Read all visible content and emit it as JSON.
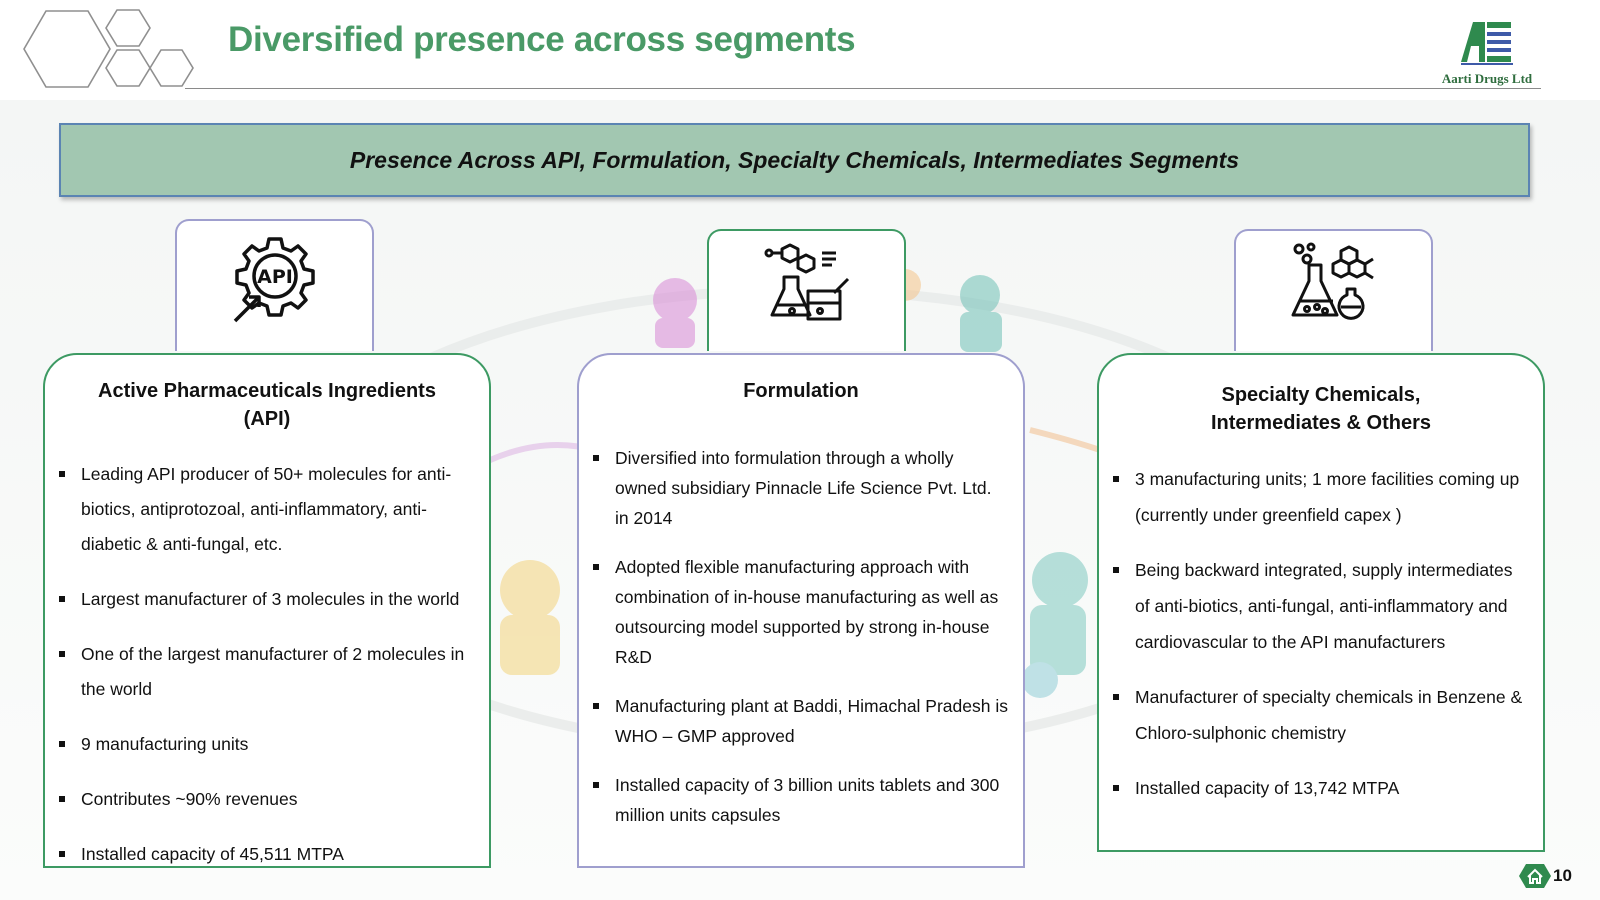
{
  "header": {
    "title": "Diversified presence across segments",
    "logo_text": "Aarti Drugs Ltd"
  },
  "banner": {
    "text": "Presence Across API, Formulation, Specialty Chemicals, Intermediates Segments"
  },
  "colors": {
    "title_green": "#4a9a67",
    "banner_fill": "#a2c7b1",
    "banner_border": "#5b84b3",
    "card_green_border": "#3d9a63",
    "card_purple_border": "#9f9fce"
  },
  "segments": [
    {
      "icon": "api-gear-icon",
      "icon_label": "API",
      "title": "Active Pharmaceuticals Ingredients (API)",
      "bullets": [
        "Leading API producer of 50+ molecules for anti-biotics, antiprotozoal, anti-inflammatory, anti-diabetic & anti-fungal, etc.",
        "Largest manufacturer of 3 molecules in the world",
        "One of the largest manufacturer of  2 molecules in the world",
        "9 manufacturing units",
        "Contributes ~90% revenues",
        "Installed capacity of 45,511 MTPA"
      ]
    },
    {
      "icon": "lab-flasks-icon",
      "title": "Formulation",
      "bullets": [
        "Diversified into formulation through a wholly owned subsidiary Pinnacle Life Science Pvt. Ltd. in 2014",
        "Adopted flexible manufacturing approach with combination of in-house manufacturing as well as outsourcing model supported by strong in-house R&D",
        "Manufacturing plant at Baddi, Himachal Pradesh is WHO – GMP approved",
        "Installed capacity of 3 billion units tablets and 300 million units capsules"
      ]
    },
    {
      "icon": "chemistry-flask-molecule-icon",
      "title": "Specialty Chemicals, Intermediates & Others",
      "bullets": [
        "3 manufacturing units; 1 more facilities coming up (currently under greenfield capex )",
        "Being backward integrated, supply intermediates of anti-biotics, anti-fungal, anti-inflammatory and cardiovascular to the API manufacturers",
        "Manufacturer of specialty chemicals in Benzene & Chloro-sulphonic chemistry",
        "Installed capacity of 13,742 MTPA"
      ]
    }
  ],
  "footer": {
    "page_number": "10",
    "home_icon": "home-icon"
  }
}
